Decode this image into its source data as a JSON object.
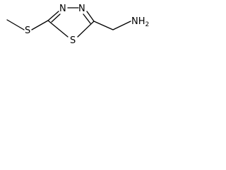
{
  "molecule": {
    "atoms": {
      "n_left": "N",
      "n_right": "N",
      "s_methylthio": "S",
      "s_ring": "S",
      "amine": "NH",
      "amine_subscript": "2"
    }
  },
  "colors": {
    "ink": "#000000",
    "background": "#ffffff"
  }
}
